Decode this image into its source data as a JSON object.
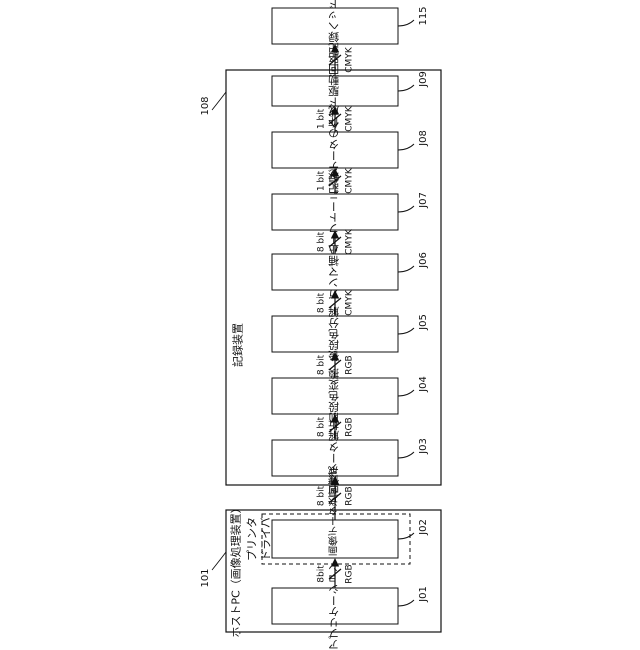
{
  "nodes": {
    "app": {
      "label": "アプリケーション",
      "id": "J01"
    },
    "send": {
      "label": "画像データ送付作成",
      "id": "J02"
    },
    "analyze": {
      "label": "画像データ解析",
      "id": "J03"
    },
    "pre": {
      "label": "前段色変換",
      "id": "J04"
    },
    "post": {
      "label": "後段色分解",
      "id": "J05"
    },
    "gamma": {
      "label": "ガンマ補正",
      "id": "J06"
    },
    "half": {
      "label": "ハーフトーニング",
      "id": "J07"
    },
    "record": {
      "label": "記録データの作成",
      "id": "J08"
    },
    "drive": {
      "label": "ヘッド駆動回路",
      "id": "J09"
    },
    "head": {
      "label": "記録ヘッド",
      "id": "115"
    }
  },
  "groups": {
    "host": {
      "label": "ホストPC（画像処理装置）",
      "ref": "101"
    },
    "driver": {
      "label1": "プリンタ",
      "label2": "ドライバ"
    },
    "recorder": {
      "label": "記録装置",
      "ref": "108"
    }
  },
  "edges": {
    "e1": {
      "bits": "8bit",
      "color": "RGB"
    },
    "e2": {
      "bits": "8 bit",
      "color": "RGB"
    },
    "e3": {
      "bits": "8 bit",
      "color": "RGB"
    },
    "e4": {
      "bits": "8 bit",
      "color": "RGB"
    },
    "e5": {
      "bits": "8 bit",
      "color": "CMYK"
    },
    "e6": {
      "bits": "8 bit",
      "color": "CMYK"
    },
    "e7": {
      "bits": "1 bit",
      "color": "CMYK"
    },
    "e8": {
      "bits": "1 bit",
      "color": "CMYK"
    },
    "e9": {
      "bits": "",
      "color": "CMYK"
    }
  }
}
